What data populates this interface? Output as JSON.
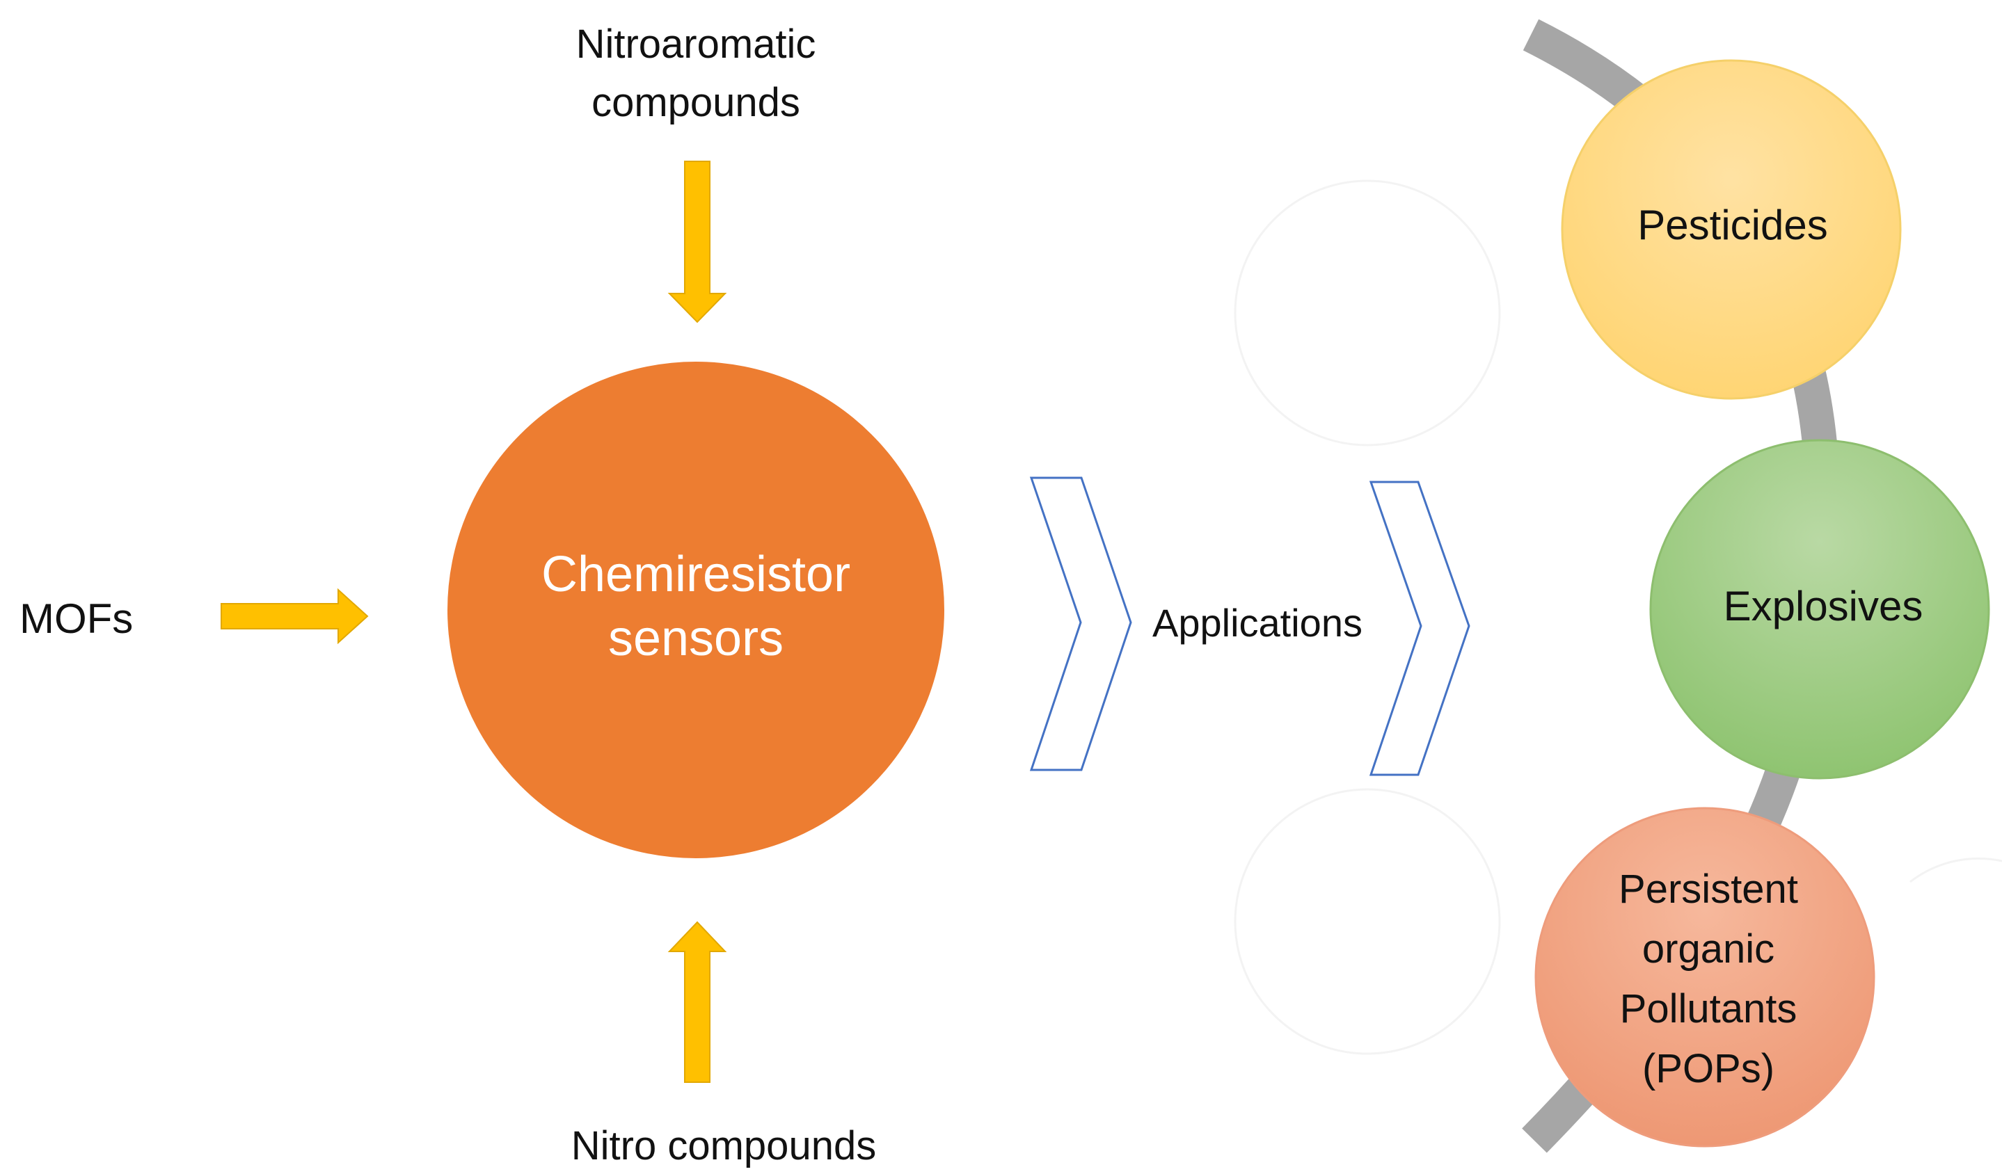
{
  "inputs": {
    "top": "Nitroaromatic\ncompounds",
    "left": "MOFs",
    "bottom": "Nitro compounds"
  },
  "center_node": {
    "label": "Chemiresistor\nsensors",
    "color": "#ED7D31"
  },
  "connector_label": "Applications",
  "applications": [
    {
      "label": "Pesticides",
      "color": "#FFD966"
    },
    {
      "label": "Explosives",
      "color": "#A9D18E"
    },
    {
      "label": "Persistent\norganic\nPollutants\n(POPs)",
      "color": "#F4B183"
    }
  ],
  "colors": {
    "arrow": "#FFC000",
    "chevron_stroke": "#4472C4",
    "arc": "#A6A6A6"
  }
}
